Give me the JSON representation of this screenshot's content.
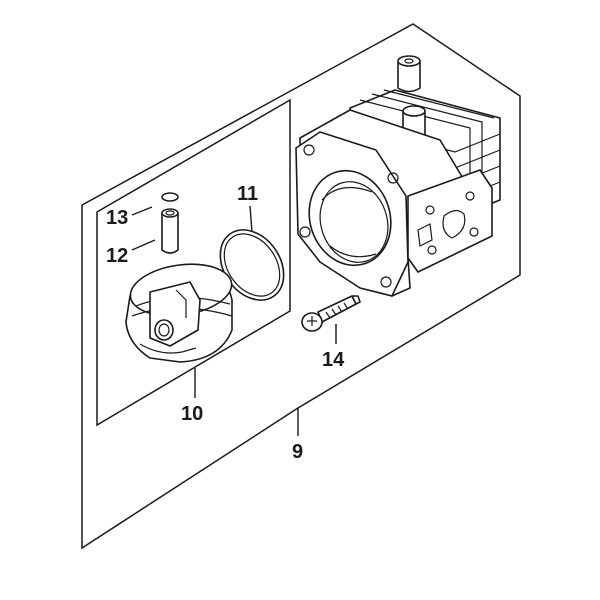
{
  "callouts": {
    "assembly": "9",
    "piston": "10",
    "piston_ring": "11",
    "piston_pin": "12",
    "snap_ring": "13",
    "screw": "14"
  }
}
